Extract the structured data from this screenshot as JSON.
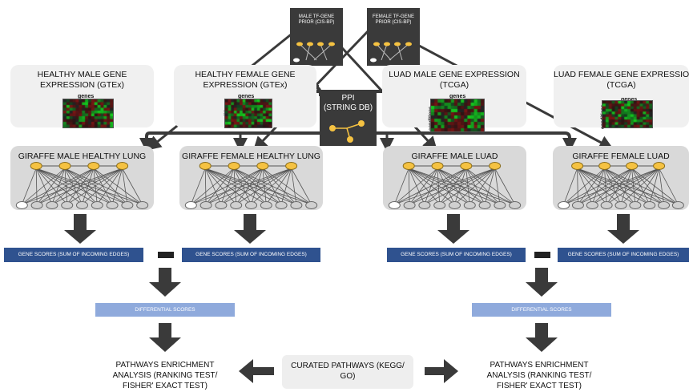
{
  "priors": [
    {
      "id": "male",
      "label": "MALE TF-GENE PRIOR (CIS-BP)"
    },
    {
      "id": "female",
      "label": "FEMALE TF-GENE PRIOR (CIS-BP)"
    }
  ],
  "ppi": {
    "title": "PPI",
    "subtitle": "(STRING DB)"
  },
  "expression": [
    {
      "line1": "HEALTHY MALE GENE",
      "line2": "EXPRESSION (GTEx)",
      "genes": "genes",
      "conditions": "conditions"
    },
    {
      "line1": "HEALTHY FEMALE GENE",
      "line2": "EXPRESSION (GTEx)",
      "genes": "genes",
      "conditions": "conditions"
    },
    {
      "line1": "LUAD MALE GENE EXPRESSION",
      "line2": "(TCGA)",
      "genes": "genes",
      "conditions": "conditions"
    },
    {
      "line1": "LUAD FEMALE GENE EXPRESSION",
      "line2": "(TCGA)",
      "genes": "genes",
      "conditions": "conditions"
    }
  ],
  "giraffe": [
    {
      "label": "GIRAFFE MALE HEALTHY LUNG"
    },
    {
      "label": "GIRAFFE FEMALE HEALTHY LUNG"
    },
    {
      "label": "GIRAFFE MALE LUAD"
    },
    {
      "label": "GIRAFFE FEMALE LUAD"
    }
  ],
  "gene_scores": [
    {
      "label": "GENE SCORES (SUM OF INCOMING EDGES)"
    },
    {
      "label": "GENE SCORES (SUM OF INCOMING EDGES)"
    },
    {
      "label": "GENE SCORES (SUM OF INCOMING EDGES)"
    },
    {
      "label": "GENE SCORES (SUM OF INCOMING EDGES)"
    }
  ],
  "differential": [
    {
      "label": "DIFFERENTIAL SCORES"
    },
    {
      "label": "DIFFERENTIAL SCORES"
    }
  ],
  "enrichment": [
    {
      "line1": "PATHWAYS ENRICHMENT",
      "line2": "ANALYSIS (RANKING TEST/",
      "line3": "FISHER' EXACT TEST)"
    },
    {
      "line1": "PATHWAYS ENRICHMENT",
      "line2": "ANALYSIS (RANKING TEST/",
      "line3": "FISHER' EXACT TEST)"
    }
  ],
  "curated": {
    "line1": "CURATED PATHWAYS (KEGG/",
    "line2": "GO)"
  },
  "colors": {
    "dark_box": "#3a3a3a",
    "gene_scores": "#2f528f",
    "differential": "#8faadc",
    "giraffe_bg": "#d9d9d9",
    "expression_bg": "#f0f0f0",
    "tf_node": "#f5c242",
    "arrow": "#3a3a3a"
  }
}
